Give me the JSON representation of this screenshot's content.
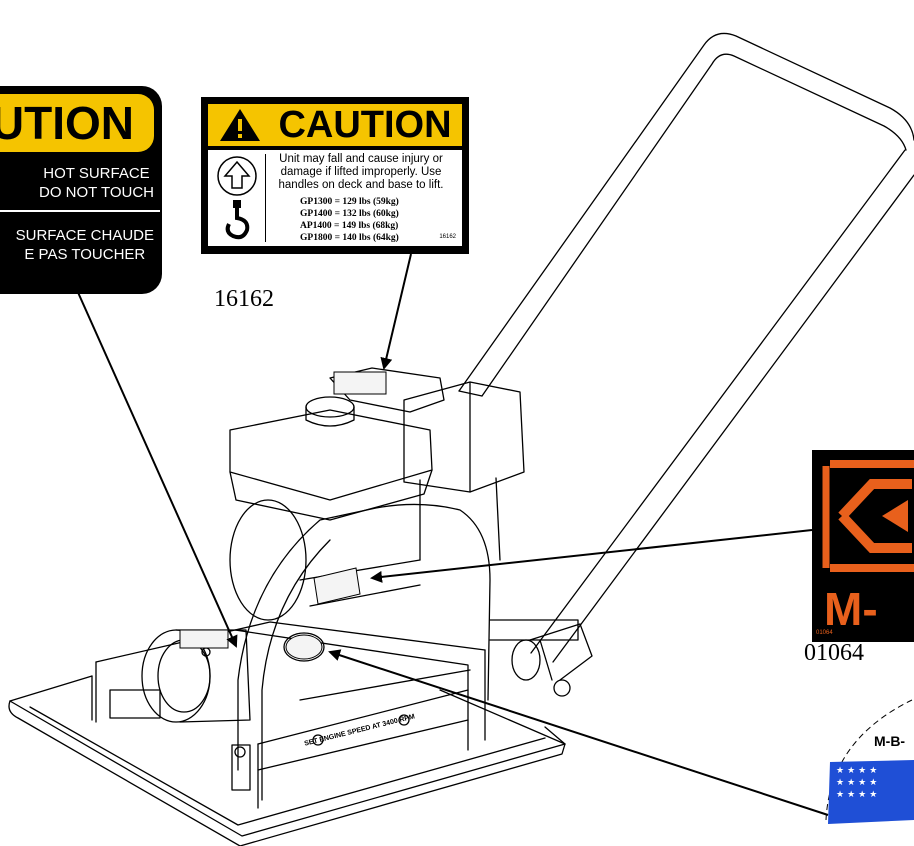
{
  "hot_surface_decal": {
    "heading": "UTION",
    "english_line1": "HOT SURFACE",
    "english_line2": "DO NOT TOUCH",
    "french_line1": "SURFACE CHAUDE",
    "french_line2": "E PAS TOUCHER",
    "colors": {
      "band": "#f5c400",
      "background": "#000000",
      "text": "#ffffff"
    }
  },
  "lift_decal": {
    "heading": "CAUTION",
    "message_line1": "Unit may fall and cause injury or",
    "message_line2": "damage if lifted improperly.  Use",
    "message_line3": "handles on deck and base to lift.",
    "weights": [
      "GP1300 = 129 lbs (59kg)",
      "GP1400 = 132 lbs (60kg)",
      "AP1400 = 149 lbs (68kg)",
      "GP1800 = 140 lbs (64kg)"
    ],
    "code": "16162",
    "icons": [
      "warning-triangle-icon",
      "lift-arrow-icon",
      "lifting-hook-icon"
    ]
  },
  "captions": {
    "lift_decal_part": "16162",
    "logo_decal_part": "01064"
  },
  "logo_decal": {
    "brand_text": "M-",
    "code": "01064",
    "colors": {
      "accent": "#e8601c",
      "background": "#000000"
    }
  },
  "badge_decal": {
    "text": "M-B-",
    "colors": {
      "field": "#1f4fd6",
      "stars": "#ffffff"
    }
  },
  "machine": {
    "side_label": "SET ENGINE SPEED AT 3400 RPM"
  }
}
